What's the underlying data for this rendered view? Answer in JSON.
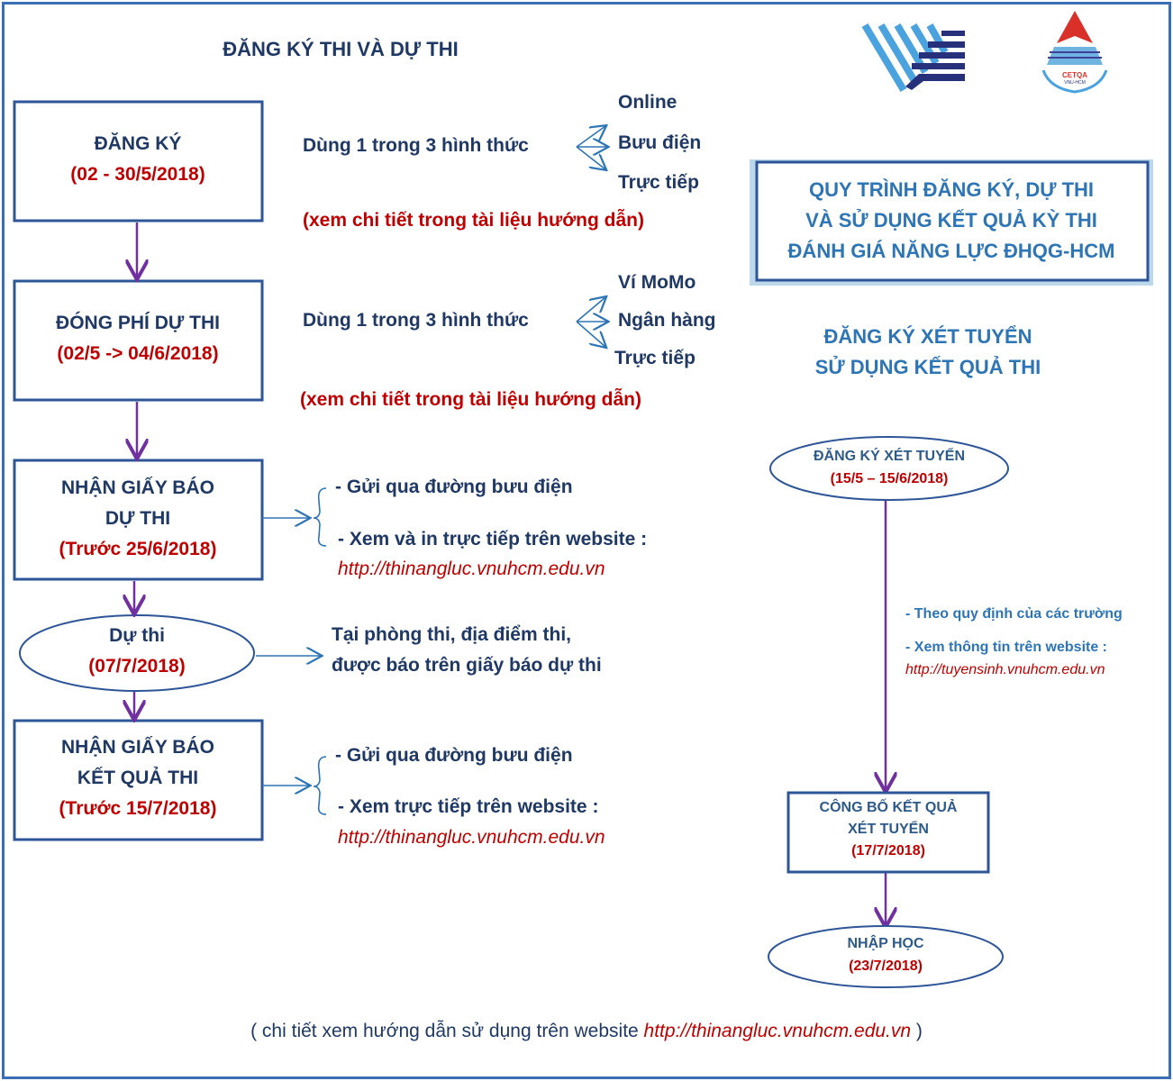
{
  "title": "ĐĂNG KÝ THI VÀ DỰ THI",
  "logos": {
    "cetqa_text": "CETQA",
    "cetqa_sub": "VNU-HCM"
  },
  "steps": [
    {
      "lines": [
        "ĐĂNG KÝ"
      ],
      "date": "(02 - 30/5/2018)"
    },
    {
      "lines": [
        "ĐÓNG PHÍ DỰ THI"
      ],
      "date": "(02/5 -> 04/6/2018)"
    },
    {
      "lines": [
        "NHẬN GIẤY BÁO",
        "DỰ THI"
      ],
      "date": "(Trước 25/6/2018)"
    },
    {
      "lines": [
        "Dự thi"
      ],
      "date": "(07/7/2018)"
    },
    {
      "lines": [
        "NHẬN GIẤY BÁO",
        "KẾT QUẢ THI"
      ],
      "date": "(Trước 15/7/2018)"
    }
  ],
  "registration": {
    "method_label": "Dùng 1 trong 3 hình thức",
    "options": [
      "Online",
      "Bưu điện",
      "Trực tiếp"
    ],
    "note": "(xem chi tiết trong tài liệu hướng dẫn)"
  },
  "payment": {
    "method_label": "Dùng 1 trong 3 hình thức",
    "options": [
      "Ví MoMo",
      "Ngân hàng",
      "Trực tiếp"
    ],
    "note": "(xem chi tiết trong tài liệu hướng dẫn)"
  },
  "admission_notice": {
    "item1": "- Gửi qua đường bưu điện",
    "item2": "- Xem và in trực tiếp trên  website :",
    "url": "http://thinangluc.vnuhcm.edu.vn"
  },
  "exam": {
    "line1": "Tại phòng thi, địa điểm thi,",
    "line2": "được báo trên giấy báo dự thi"
  },
  "result_notice": {
    "item1": "- Gửi qua đường bưu điện",
    "item2": "- Xem trực tiếp trên  website :",
    "url": "http://thinangluc.vnuhcm.edu.vn"
  },
  "process_box": [
    "QUY TRÌNH ĐĂNG KÝ, DỰ THI",
    "VÀ SỬ DỤNG KẾT QUẢ KỲ THI",
    "ĐÁNH GIÁ NĂNG LỰC ĐHQG-HCM"
  ],
  "admission_heading": [
    "ĐĂNG KÝ XÉT TUYỂN",
    "SỬ DỤNG KẾT QUẢ THI"
  ],
  "admission_flow": {
    "register": {
      "label": "ĐĂNG KÝ XÉT TUYỂN",
      "date": "(15/5 – 15/6/2018)"
    },
    "info1": "- Theo quy định của các trường",
    "info2": "- Xem thông tin trên website :",
    "info_url": "http://tuyensinh.vnuhcm.edu.vn",
    "announce": {
      "lines": [
        "CÔNG BỐ KẾT QUẢ",
        "XÉT TUYỂN"
      ],
      "date": "(17/7/2018)"
    },
    "enroll": {
      "label": "NHẬP HỌC",
      "date": "(23/7/2018)"
    }
  },
  "footer": {
    "text": "( chi tiết xem hướng dẫn sử dụng trên website ",
    "url": "http://thinangluc.vnuhcm.edu.vn",
    "close": " )"
  },
  "colors": {
    "navy": "#1f3864",
    "red": "#c00000",
    "border": "#2e5597",
    "arrow": "#7030a0",
    "blue": "#2e75b6"
  }
}
